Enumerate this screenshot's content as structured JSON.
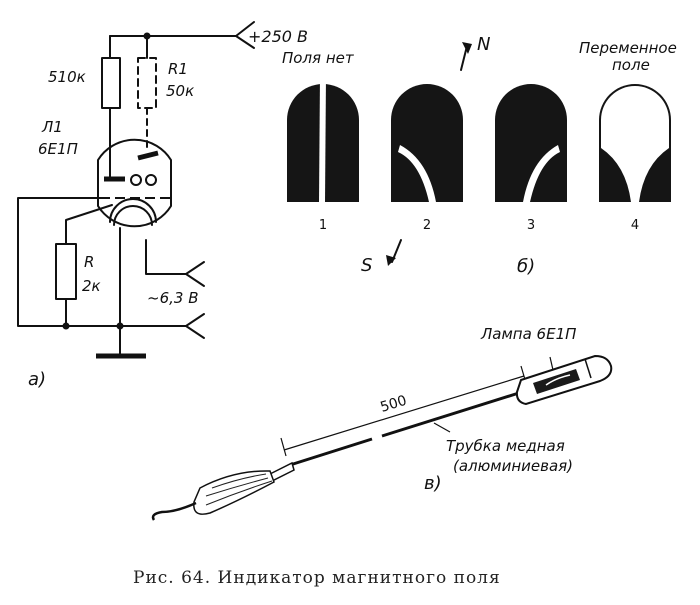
{
  "circuit": {
    "supply": "+250 В",
    "r_anode": "510к",
    "r1_name": "R1",
    "r1_value": "50к",
    "tube_name": "Л1",
    "tube_type": "6Е1П",
    "r_name": "R",
    "r_value": "2к",
    "heater": "~6,3 В",
    "panel": "а)"
  },
  "patterns": {
    "north": "N",
    "south": "S",
    "no_field": "Поля нет",
    "alt_field_1": "Переменное",
    "alt_field_2": "поле",
    "panel": "б)",
    "items": [
      "1",
      "2",
      "3",
      "4"
    ]
  },
  "probe": {
    "length": "500",
    "lamp": "Лампа 6Е1П",
    "tube_1": "Трубка медная",
    "tube_2": "(алюминиевая)",
    "panel": "в)"
  },
  "caption": "Рис. 64. Индикатор магнитного поля"
}
